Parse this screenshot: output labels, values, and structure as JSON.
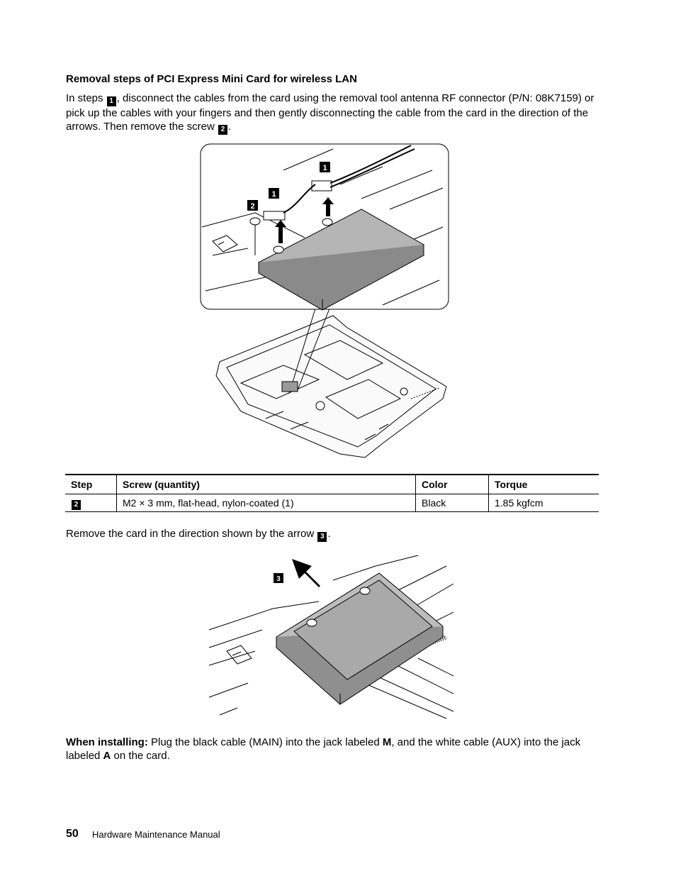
{
  "section_heading": "Removal steps of PCI Express Mini Card for wireless LAN",
  "intro": {
    "part1": "In steps",
    "step_disconnect_badge": "1",
    "part2": ", disconnect the cables from the card using the removal tool antenna RF connector (P/N: 08K7159) or pick up the cables with your fingers and then gently disconnecting the cable from the card in the direction of the arrows.  Then remove the screw",
    "step_screw_badge": "2",
    "part3": "."
  },
  "figure1": {
    "callouts": [
      "1",
      "1",
      "2"
    ]
  },
  "screw_table": {
    "headers": [
      "Step",
      "Screw (quantity)",
      "Color",
      "Torque"
    ],
    "rows": [
      {
        "step": "2",
        "screw": "M2 × 3 mm, flat-head, nylon-coated (1)",
        "color": "Black",
        "torque": "1.85 kgfcm"
      }
    ]
  },
  "remove_card": {
    "text": "Remove the card in the direction shown by the arrow",
    "badge": "3",
    "end": "."
  },
  "figure2": {
    "callout": "3"
  },
  "installing": {
    "label": "When installing:",
    "text1": " Plug the black cable (MAIN) into the jack labeled ",
    "jack_main": "M",
    "text2": ", and the white cable (AUX) into the jack labeled ",
    "jack_aux": "A",
    "text3": " on the card."
  },
  "footer": {
    "page_number": "50",
    "manual_title": "Hardware Maintenance Manual"
  }
}
